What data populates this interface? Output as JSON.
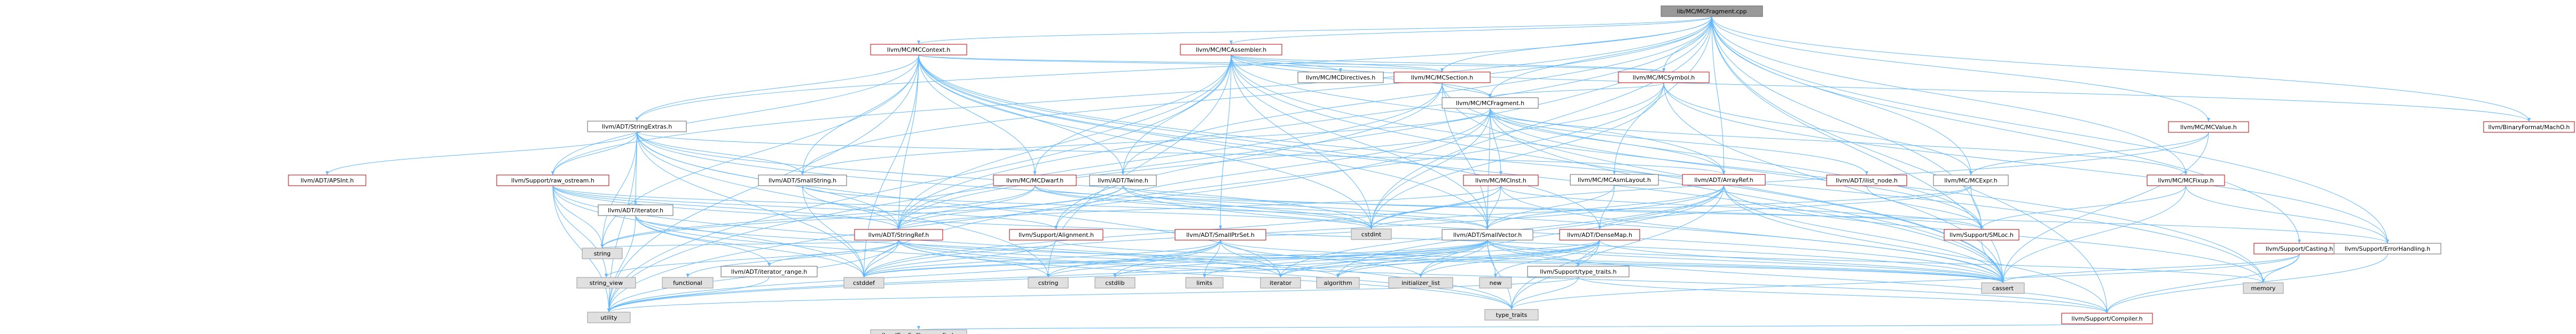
{
  "graph": {
    "title": "lib/MC/MCFragment.cpp",
    "root": "n0",
    "colors": {
      "root_fill": "#999999",
      "root_border": "#666666",
      "linked_border": "#bf0000",
      "unlinked_fill": "#e0e0e0",
      "unlinked_border": "#999999",
      "box_fill": "#ffffff",
      "edge": "#63b8ff",
      "text": "#000000"
    },
    "nodes": [
      {
        "id": "n0",
        "label": "lib/MC/MCFragment.cpp",
        "style": "root"
      },
      {
        "id": "n1",
        "label": "llvm/MC/MCContext.h",
        "style": "linked"
      },
      {
        "id": "n2",
        "label": "llvm/MC/MCAssembler.h",
        "style": "linked"
      },
      {
        "id": "n3",
        "label": "llvm/MC/MCSection.h",
        "style": "linked"
      },
      {
        "id": "n4",
        "label": "llvm/MC/MCSymbol.h",
        "style": "linked"
      },
      {
        "id": "n5",
        "label": "llvm/MC/MCDirectives.h",
        "style": "plain"
      },
      {
        "id": "n6",
        "label": "llvm/BinaryFormat/MachO.h",
        "style": "linked"
      },
      {
        "id": "n7",
        "label": "llvm/MC/MCValue.h",
        "style": "linked"
      },
      {
        "id": "n8",
        "label": "llvm/ADT/StringExtras.h",
        "style": "plain"
      },
      {
        "id": "n9",
        "label": "llvm/MC/MCFragment.h",
        "style": "plain"
      },
      {
        "id": "n10",
        "label": "llvm/ADT/APSInt.h",
        "style": "linked"
      },
      {
        "id": "n11",
        "label": "llvm/Support/raw_ostream.h",
        "style": "linked"
      },
      {
        "id": "n12",
        "label": "llvm/ADT/SmallString.h",
        "style": "plain"
      },
      {
        "id": "n13",
        "label": "llvm/MC/MCDwarf.h",
        "style": "linked"
      },
      {
        "id": "n14",
        "label": "llvm/ADT/Twine.h",
        "style": "plain"
      },
      {
        "id": "n15",
        "label": "llvm/MC/MCInst.h",
        "style": "linked"
      },
      {
        "id": "n16",
        "label": "llvm/MC/MCAsmLayout.h",
        "style": "plain"
      },
      {
        "id": "n17",
        "label": "llvm/ADT/ArrayRef.h",
        "style": "linked"
      },
      {
        "id": "n18",
        "label": "llvm/ADT/ilist_node.h",
        "style": "linked"
      },
      {
        "id": "n19",
        "label": "llvm/MC/MCExpr.h",
        "style": "plain"
      },
      {
        "id": "n20",
        "label": "llvm/MC/MCFixup.h",
        "style": "linked"
      },
      {
        "id": "n21",
        "label": "llvm/Support/Casting.h",
        "style": "linked"
      },
      {
        "id": "n22",
        "label": "llvm/ADT/iterator.h",
        "style": "plain"
      },
      {
        "id": "n23",
        "label": "llvm/ADT/StringRef.h",
        "style": "linked"
      },
      {
        "id": "n24",
        "label": "llvm/Support/Alignment.h",
        "style": "linked"
      },
      {
        "id": "n25",
        "label": "llvm/ADT/SmallPtrSet.h",
        "style": "linked"
      },
      {
        "id": "n26",
        "label": "cstdint",
        "style": "unlinked"
      },
      {
        "id": "n27",
        "label": "llvm/ADT/SmallVector.h",
        "style": "plain"
      },
      {
        "id": "n28",
        "label": "llvm/ADT/DenseMap.h",
        "style": "linked"
      },
      {
        "id": "n29",
        "label": "llvm/Support/SMLoc.h",
        "style": "linked"
      },
      {
        "id": "n30",
        "label": "llvm/Support/ErrorHandling.h",
        "style": "plain"
      },
      {
        "id": "n31",
        "label": "llvm/ADT/iterator_range.h",
        "style": "plain"
      },
      {
        "id": "n32",
        "label": "string",
        "style": "unlinked"
      },
      {
        "id": "n33",
        "label": "string_view",
        "style": "unlinked"
      },
      {
        "id": "n34",
        "label": "functional",
        "style": "unlinked"
      },
      {
        "id": "n35",
        "label": "cstddef",
        "style": "unlinked"
      },
      {
        "id": "n36",
        "label": "cstring",
        "style": "unlinked"
      },
      {
        "id": "n37",
        "label": "cstdlib",
        "style": "unlinked"
      },
      {
        "id": "n38",
        "label": "limits",
        "style": "unlinked"
      },
      {
        "id": "n39",
        "label": "iterator",
        "style": "unlinked"
      },
      {
        "id": "n40",
        "label": "algorithm",
        "style": "unlinked"
      },
      {
        "id": "n41",
        "label": "initializer_list",
        "style": "unlinked"
      },
      {
        "id": "n42",
        "label": "new",
        "style": "unlinked"
      },
      {
        "id": "n43",
        "label": "llvm/Support/type_traits.h",
        "style": "plain"
      },
      {
        "id": "n44",
        "label": "cassert",
        "style": "unlinked"
      },
      {
        "id": "n45",
        "label": "memory",
        "style": "unlinked"
      },
      {
        "id": "n46",
        "label": "utility",
        "style": "unlinked"
      },
      {
        "id": "n47",
        "label": "type_traits",
        "style": "unlinked"
      },
      {
        "id": "n48",
        "label": "llvm/Support/Compiler.h",
        "style": "linked"
      },
      {
        "id": "n49",
        "label": "llvm/Config/llvm-config.h",
        "style": "unlinked"
      }
    ],
    "edges": [
      [
        "n0",
        "n1"
      ],
      [
        "n0",
        "n2"
      ],
      [
        "n0",
        "n3"
      ],
      [
        "n0",
        "n4"
      ],
      [
        "n0",
        "n7"
      ],
      [
        "n0",
        "n9"
      ],
      [
        "n0",
        "n11"
      ],
      [
        "n0",
        "n8"
      ],
      [
        "n0",
        "n16"
      ],
      [
        "n0",
        "n19"
      ],
      [
        "n0",
        "n20"
      ],
      [
        "n0",
        "n21"
      ],
      [
        "n0",
        "n26"
      ],
      [
        "n0",
        "n44"
      ],
      [
        "n0",
        "n46"
      ],
      [
        "n0",
        "n30"
      ],
      [
        "n0",
        "n48"
      ],
      [
        "n0",
        "n6"
      ],
      [
        "n0",
        "n17"
      ],
      [
        "n0",
        "n12"
      ],
      [
        "n0",
        "n14"
      ],
      [
        "n0",
        "n23"
      ],
      [
        "n0",
        "n29"
      ],
      [
        "n1",
        "n8"
      ],
      [
        "n1",
        "n13"
      ],
      [
        "n1",
        "n14"
      ],
      [
        "n1",
        "n12"
      ],
      [
        "n1",
        "n23"
      ],
      [
        "n1",
        "n3"
      ],
      [
        "n1",
        "n4"
      ],
      [
        "n1",
        "n11"
      ],
      [
        "n1",
        "n26"
      ],
      [
        "n1",
        "n44"
      ],
      [
        "n1",
        "n32"
      ],
      [
        "n1",
        "n46"
      ],
      [
        "n1",
        "n35"
      ],
      [
        "n1",
        "n45"
      ],
      [
        "n1",
        "n27"
      ],
      [
        "n1",
        "n28"
      ],
      [
        "n2",
        "n5"
      ],
      [
        "n2",
        "n3"
      ],
      [
        "n2",
        "n4"
      ],
      [
        "n2",
        "n9"
      ],
      [
        "n2",
        "n6"
      ],
      [
        "n2",
        "n13"
      ],
      [
        "n2",
        "n17"
      ],
      [
        "n2",
        "n25"
      ],
      [
        "n2",
        "n23"
      ],
      [
        "n2",
        "n14"
      ],
      [
        "n2",
        "n26"
      ],
      [
        "n2",
        "n44"
      ],
      [
        "n2",
        "n46"
      ],
      [
        "n2",
        "n45"
      ],
      [
        "n2",
        "n36"
      ],
      [
        "n2",
        "n27"
      ],
      [
        "n3",
        "n9"
      ],
      [
        "n3",
        "n27"
      ],
      [
        "n3",
        "n23"
      ],
      [
        "n3",
        "n24"
      ],
      [
        "n3",
        "n44"
      ],
      [
        "n3",
        "n29"
      ],
      [
        "n4",
        "n9"
      ],
      [
        "n4",
        "n19"
      ],
      [
        "n4",
        "n23"
      ],
      [
        "n4",
        "n30"
      ],
      [
        "n4",
        "n44"
      ],
      [
        "n4",
        "n35"
      ],
      [
        "n4",
        "n26"
      ],
      [
        "n7",
        "n19"
      ],
      [
        "n7",
        "n44"
      ],
      [
        "n7",
        "n26"
      ],
      [
        "n8",
        "n10"
      ],
      [
        "n8",
        "n11"
      ],
      [
        "n8",
        "n12"
      ],
      [
        "n8",
        "n22"
      ],
      [
        "n8",
        "n23"
      ],
      [
        "n8",
        "n17"
      ],
      [
        "n8",
        "n32"
      ],
      [
        "n8",
        "n46"
      ],
      [
        "n8",
        "n26"
      ],
      [
        "n8",
        "n35"
      ],
      [
        "n8",
        "n44"
      ],
      [
        "n8",
        "n36"
      ],
      [
        "n8",
        "n39"
      ],
      [
        "n9",
        "n15"
      ],
      [
        "n9",
        "n20"
      ],
      [
        "n9",
        "n17"
      ],
      [
        "n9",
        "n18"
      ],
      [
        "n9",
        "n12"
      ],
      [
        "n9",
        "n27"
      ],
      [
        "n9",
        "n24"
      ],
      [
        "n9",
        "n26"
      ],
      [
        "n9",
        "n46"
      ],
      [
        "n9",
        "n44"
      ],
      [
        "n9",
        "n29"
      ],
      [
        "n11",
        "n23"
      ],
      [
        "n11",
        "n24"
      ],
      [
        "n11",
        "n35"
      ],
      [
        "n11",
        "n26"
      ],
      [
        "n11",
        "n32"
      ],
      [
        "n11",
        "n33"
      ],
      [
        "n11",
        "n47"
      ],
      [
        "n11",
        "n46"
      ],
      [
        "n11",
        "n44"
      ],
      [
        "n12",
        "n23"
      ],
      [
        "n12",
        "n27"
      ],
      [
        "n12",
        "n35"
      ],
      [
        "n13",
        "n23"
      ],
      [
        "n13",
        "n27"
      ],
      [
        "n13",
        "n29"
      ],
      [
        "n13",
        "n26"
      ],
      [
        "n13",
        "n32"
      ],
      [
        "n14",
        "n23"
      ],
      [
        "n14",
        "n30"
      ],
      [
        "n14",
        "n44"
      ],
      [
        "n14",
        "n26"
      ],
      [
        "n14",
        "n32"
      ],
      [
        "n15",
        "n23"
      ],
      [
        "n15",
        "n27"
      ],
      [
        "n15",
        "n29"
      ],
      [
        "n15",
        "n44"
      ],
      [
        "n15",
        "n35"
      ],
      [
        "n15",
        "n26"
      ],
      [
        "n16",
        "n27"
      ],
      [
        "n16",
        "n28"
      ],
      [
        "n17",
        "n27"
      ],
      [
        "n17",
        "n48"
      ],
      [
        "n17",
        "n40"
      ],
      [
        "n17",
        "n44"
      ],
      [
        "n17",
        "n35"
      ],
      [
        "n17",
        "n41"
      ],
      [
        "n17",
        "n39"
      ],
      [
        "n17",
        "n45"
      ],
      [
        "n17",
        "n47"
      ],
      [
        "n18",
        "n29"
      ],
      [
        "n19",
        "n29"
      ],
      [
        "n19",
        "n28"
      ],
      [
        "n19",
        "n26"
      ],
      [
        "n20",
        "n29"
      ],
      [
        "n20",
        "n30"
      ],
      [
        "n20",
        "n44"
      ],
      [
        "n21",
        "n48"
      ],
      [
        "n21",
        "n45"
      ],
      [
        "n21",
        "n44"
      ],
      [
        "n21",
        "n47"
      ],
      [
        "n22",
        "n31"
      ],
      [
        "n22",
        "n35"
      ],
      [
        "n22",
        "n39"
      ],
      [
        "n22",
        "n47"
      ],
      [
        "n22",
        "n46"
      ],
      [
        "n23",
        "n31"
      ],
      [
        "n23",
        "n48"
      ],
      [
        "n23",
        "n40"
      ],
      [
        "n23",
        "n44"
      ],
      [
        "n23",
        "n35"
      ],
      [
        "n23",
        "n36"
      ],
      [
        "n23",
        "n34"
      ],
      [
        "n23",
        "n32"
      ],
      [
        "n23",
        "n33"
      ],
      [
        "n23",
        "n47"
      ],
      [
        "n23",
        "n46"
      ],
      [
        "n24",
        "n35"
      ],
      [
        "n24",
        "n44"
      ],
      [
        "n25",
        "n44"
      ],
      [
        "n25",
        "n35"
      ],
      [
        "n25",
        "n36"
      ],
      [
        "n25",
        "n37"
      ],
      [
        "n25",
        "n39"
      ],
      [
        "n25",
        "n38"
      ],
      [
        "n25",
        "n41"
      ],
      [
        "n25",
        "n46"
      ],
      [
        "n25",
        "n26"
      ],
      [
        "n27",
        "n48"
      ],
      [
        "n27",
        "n43"
      ],
      [
        "n27",
        "n40"
      ],
      [
        "n27",
        "n44"
      ],
      [
        "n27",
        "n35"
      ],
      [
        "n27",
        "n36"
      ],
      [
        "n27",
        "n41"
      ],
      [
        "n27",
        "n39"
      ],
      [
        "n27",
        "n42"
      ],
      [
        "n27",
        "n45"
      ],
      [
        "n27",
        "n47"
      ],
      [
        "n27",
        "n46"
      ],
      [
        "n27",
        "n38"
      ],
      [
        "n27",
        "n37"
      ],
      [
        "n28",
        "n40"
      ],
      [
        "n28",
        "n44"
      ],
      [
        "n28",
        "n35"
      ],
      [
        "n28",
        "n41"
      ],
      [
        "n28",
        "n39"
      ],
      [
        "n28",
        "n42"
      ],
      [
        "n28",
        "n47"
      ],
      [
        "n28",
        "n46"
      ],
      [
        "n28",
        "n43"
      ],
      [
        "n29",
        "n44"
      ],
      [
        "n30",
        "n48"
      ],
      [
        "n31",
        "n46"
      ],
      [
        "n43",
        "n47"
      ],
      [
        "n43",
        "n46"
      ],
      [
        "n43",
        "n48"
      ],
      [
        "n48",
        "n49"
      ]
    ]
  }
}
